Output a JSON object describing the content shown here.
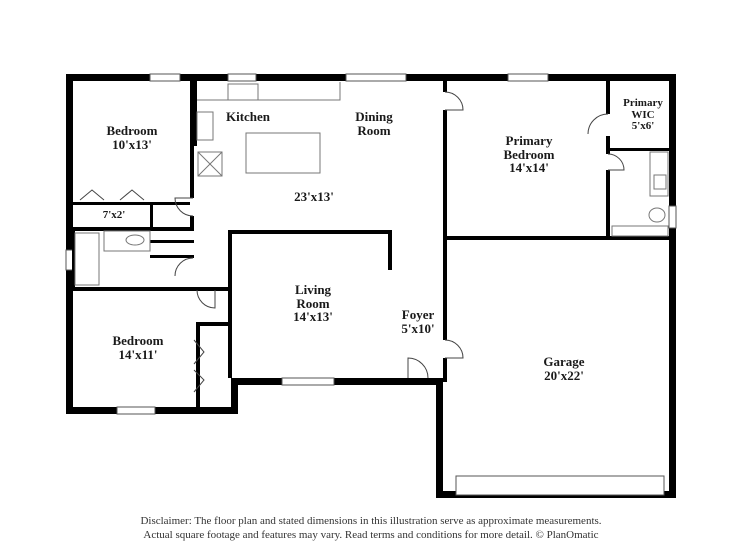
{
  "rooms": {
    "bedroom_nw": {
      "name": "Bedroom",
      "size": "10'x13'"
    },
    "closet_nw": {
      "name": "",
      "size": "7'x2'"
    },
    "kitchen": {
      "name": "Kitchen"
    },
    "dining": {
      "name_line1": "Dining",
      "name_line2": "Room"
    },
    "kitchen_dining": {
      "size": "23'x13'"
    },
    "primary_bedroom": {
      "name_line1": "Primary",
      "name_line2": "Bedroom",
      "size": "14'x14'"
    },
    "primary_wic": {
      "name_line1": "Primary",
      "name_line2": "WIC",
      "size": "5'x6'"
    },
    "living": {
      "name_line1": "Living",
      "name_line2": "Room",
      "size": "14'x13'"
    },
    "foyer": {
      "name": "Foyer",
      "size": "5'x10'"
    },
    "bedroom_sw": {
      "name": "Bedroom",
      "size": "14'x11'"
    },
    "garage": {
      "name": "Garage",
      "size": "20'x22'"
    }
  },
  "disclaimer": {
    "line1": "Disclaimer: The floor plan and stated dimensions in this illustration serve as approximate measurements.",
    "line2": "Actual square footage and features may vary. Read terms and conditions for more detail. © PlanOmatic"
  },
  "colors": {
    "wall": "#000000",
    "fixture": "#888888",
    "background": "#ffffff"
  }
}
